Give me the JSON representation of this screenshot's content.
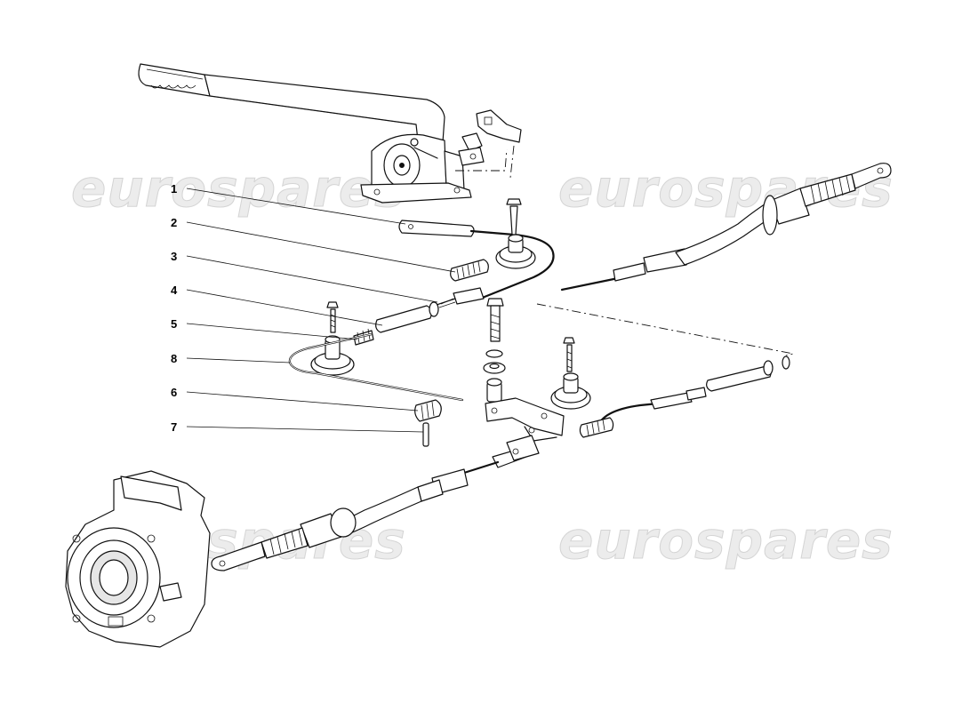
{
  "watermark": {
    "text": "eurospares"
  },
  "callouts": [
    {
      "number": "1"
    },
    {
      "number": "2"
    },
    {
      "number": "3"
    },
    {
      "number": "4"
    },
    {
      "number": "5"
    },
    {
      "number": "8"
    },
    {
      "number": "6"
    },
    {
      "number": "7"
    }
  ],
  "parts": {
    "handbrake_lever": "handbrake-lever",
    "rear_hub": "rear-wheel-hub-carrier"
  }
}
